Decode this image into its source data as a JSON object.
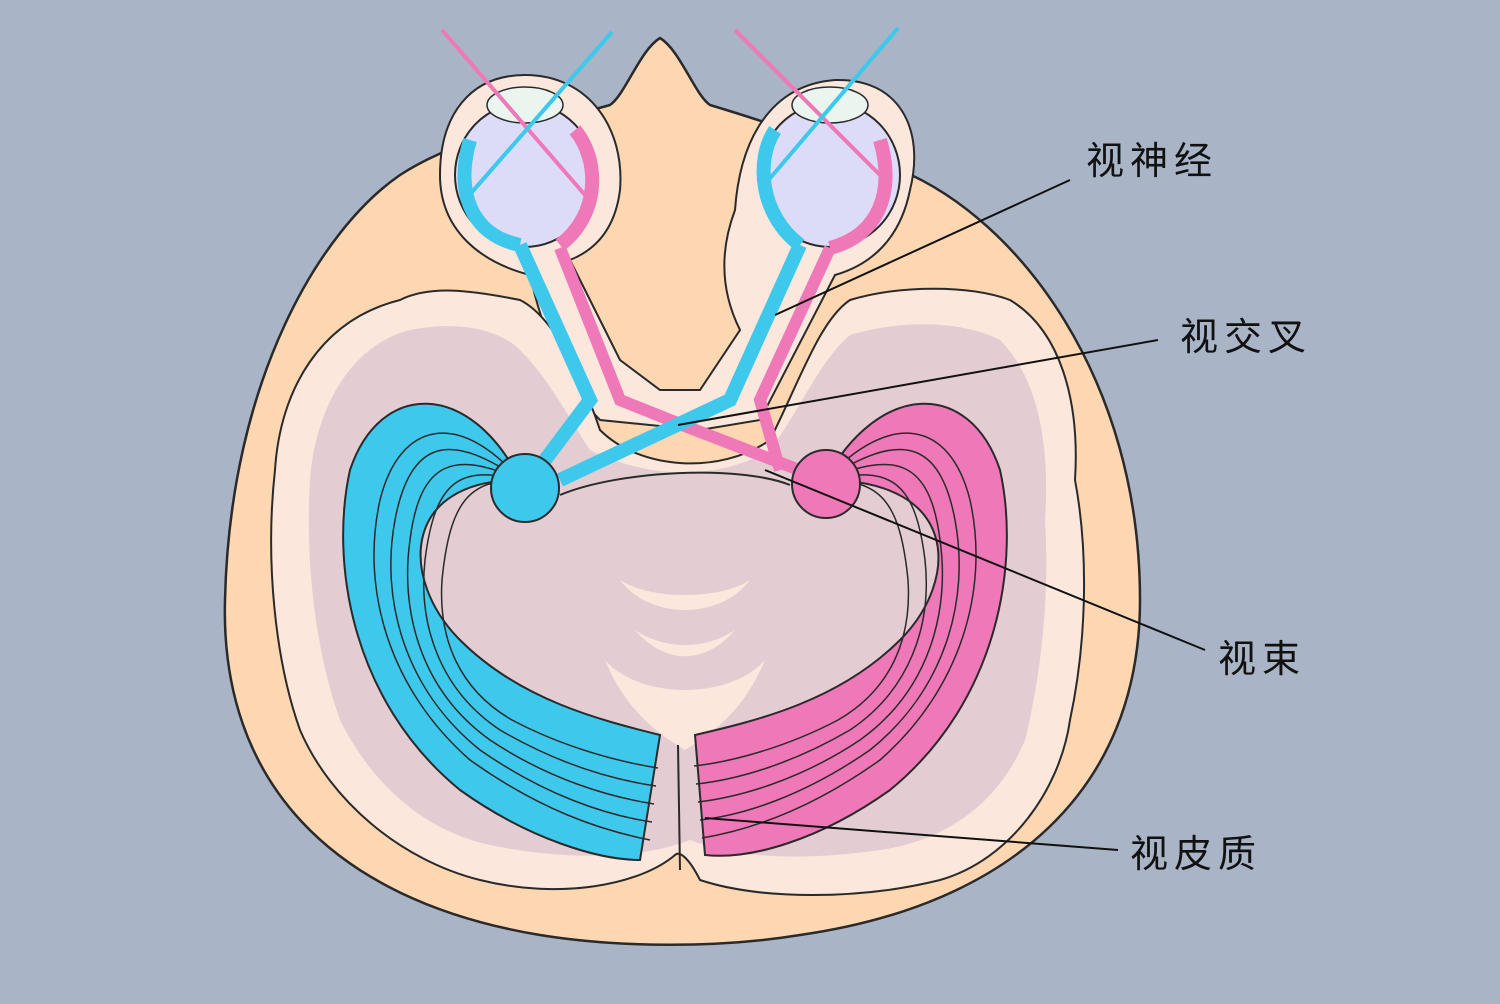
{
  "colors": {
    "background": "#a9b4c6",
    "head": "#fdd6b2",
    "brain_outer": "#fbe7db",
    "brain_inner": "#e4cdd2",
    "eyeball": "#dcdcf8",
    "left_pathway": "#3dc8ec",
    "right_pathway": "#ee78b8",
    "outline": "#2a2a2a"
  },
  "labels": {
    "optic_nerve": "视神经",
    "optic_chiasm": "视交叉",
    "optic_tract": "视束",
    "visual_cortex": "视皮质"
  }
}
